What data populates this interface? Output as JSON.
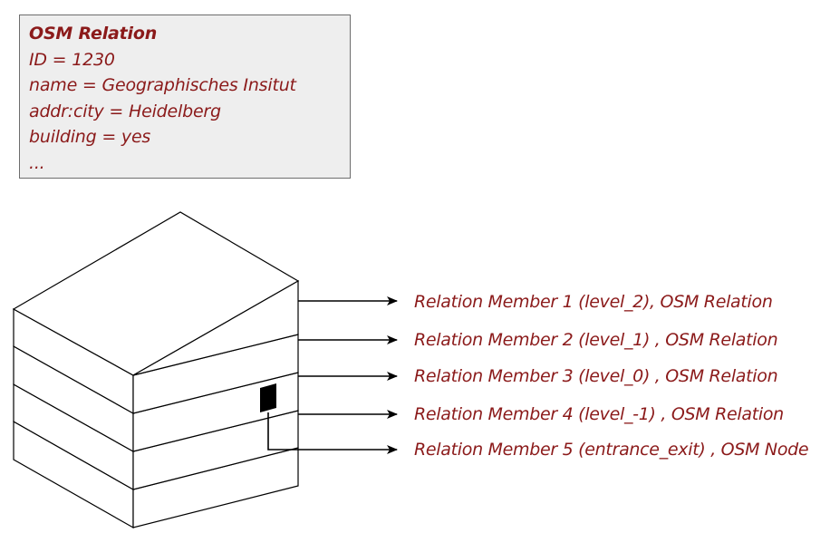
{
  "info_box": {
    "title": "OSM Relation",
    "lines": [
      "ID = 1230",
      "name = Geographisches Insitut",
      "addr:city = Heidelberg",
      "building = yes",
      "..."
    ]
  },
  "members": [
    "Relation Member 1 (level_2), OSM Relation",
    "Relation Member 2 (level_1) , OSM Relation",
    "Relation Member 3 (level_0) , OSM Relation",
    "Relation Member 4 (level_-1) , OSM Relation",
    "Relation Member 5 (entrance_exit) , OSM Node"
  ],
  "colors": {
    "text": "#8b1a1a",
    "box_background": "#eeeeee",
    "lines": "#000000"
  }
}
